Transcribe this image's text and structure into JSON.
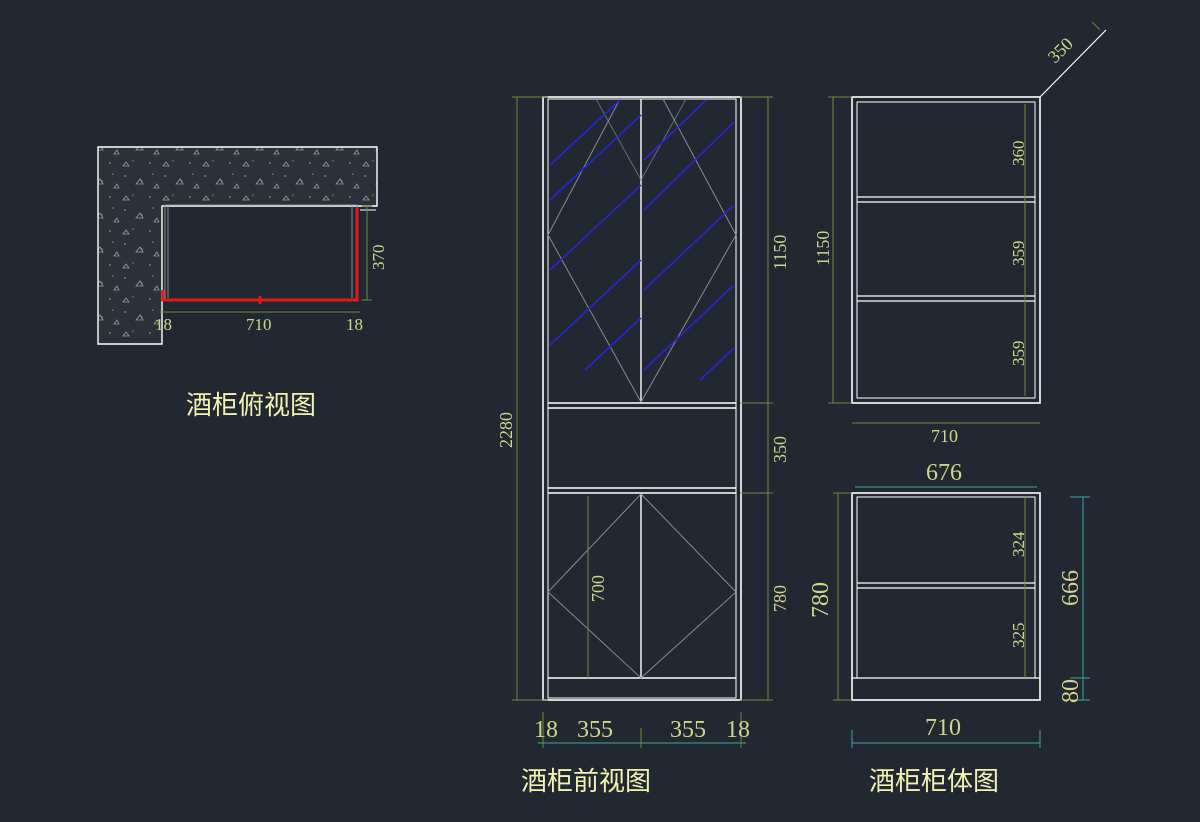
{
  "titles": {
    "top_view": "酒柜俯视图",
    "front_view": "酒柜前视图",
    "body_view": "酒柜柜体图"
  },
  "dimensions": {
    "top_view": {
      "left": "18",
      "width": "710",
      "right": "18",
      "depth": "370"
    },
    "front_view": {
      "total_height": "2280",
      "upper": "1150",
      "middle": "350",
      "lower": "780",
      "lower_door": "700",
      "bottom": [
        "18",
        "355",
        "355",
        "18"
      ]
    },
    "upper_body": {
      "height": "1150",
      "shelves": [
        "360",
        "359",
        "359"
      ],
      "width": "710",
      "depth": "350"
    },
    "lower_body": {
      "top_width": "676",
      "height": "780",
      "shelves": [
        "324",
        "325"
      ],
      "inner": "666",
      "plinth": "80",
      "width": "710"
    }
  },
  "colors": {
    "background": "#212832",
    "lines": "#ffffff",
    "dimension_text": "#cfd68a",
    "hatch_blue": "#2626d6",
    "red_edge": "#e01919",
    "leader_green": "#6f8a3e"
  }
}
